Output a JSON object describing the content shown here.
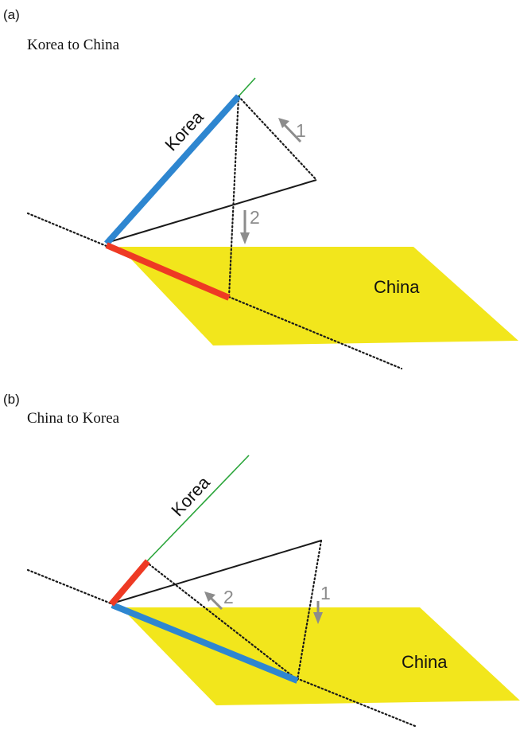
{
  "colors": {
    "china_plane": "#f2e61c",
    "korea_segment": "#2e86d0",
    "china_segment": "#ee3a24",
    "extension_line": "#2aa53a",
    "construction_line": "#1a1a1a",
    "step_arrow": "#8c8c8c"
  },
  "panel_a": {
    "label": "(a)",
    "title": "Korea to China",
    "korea_label": "Korea",
    "china_label": "China",
    "step_1": "1",
    "step_2": "2"
  },
  "panel_b": {
    "label": "(b)",
    "title": "China to Korea",
    "korea_label": "Korea",
    "china_label": "China",
    "step_1": "1",
    "step_2": "2"
  }
}
